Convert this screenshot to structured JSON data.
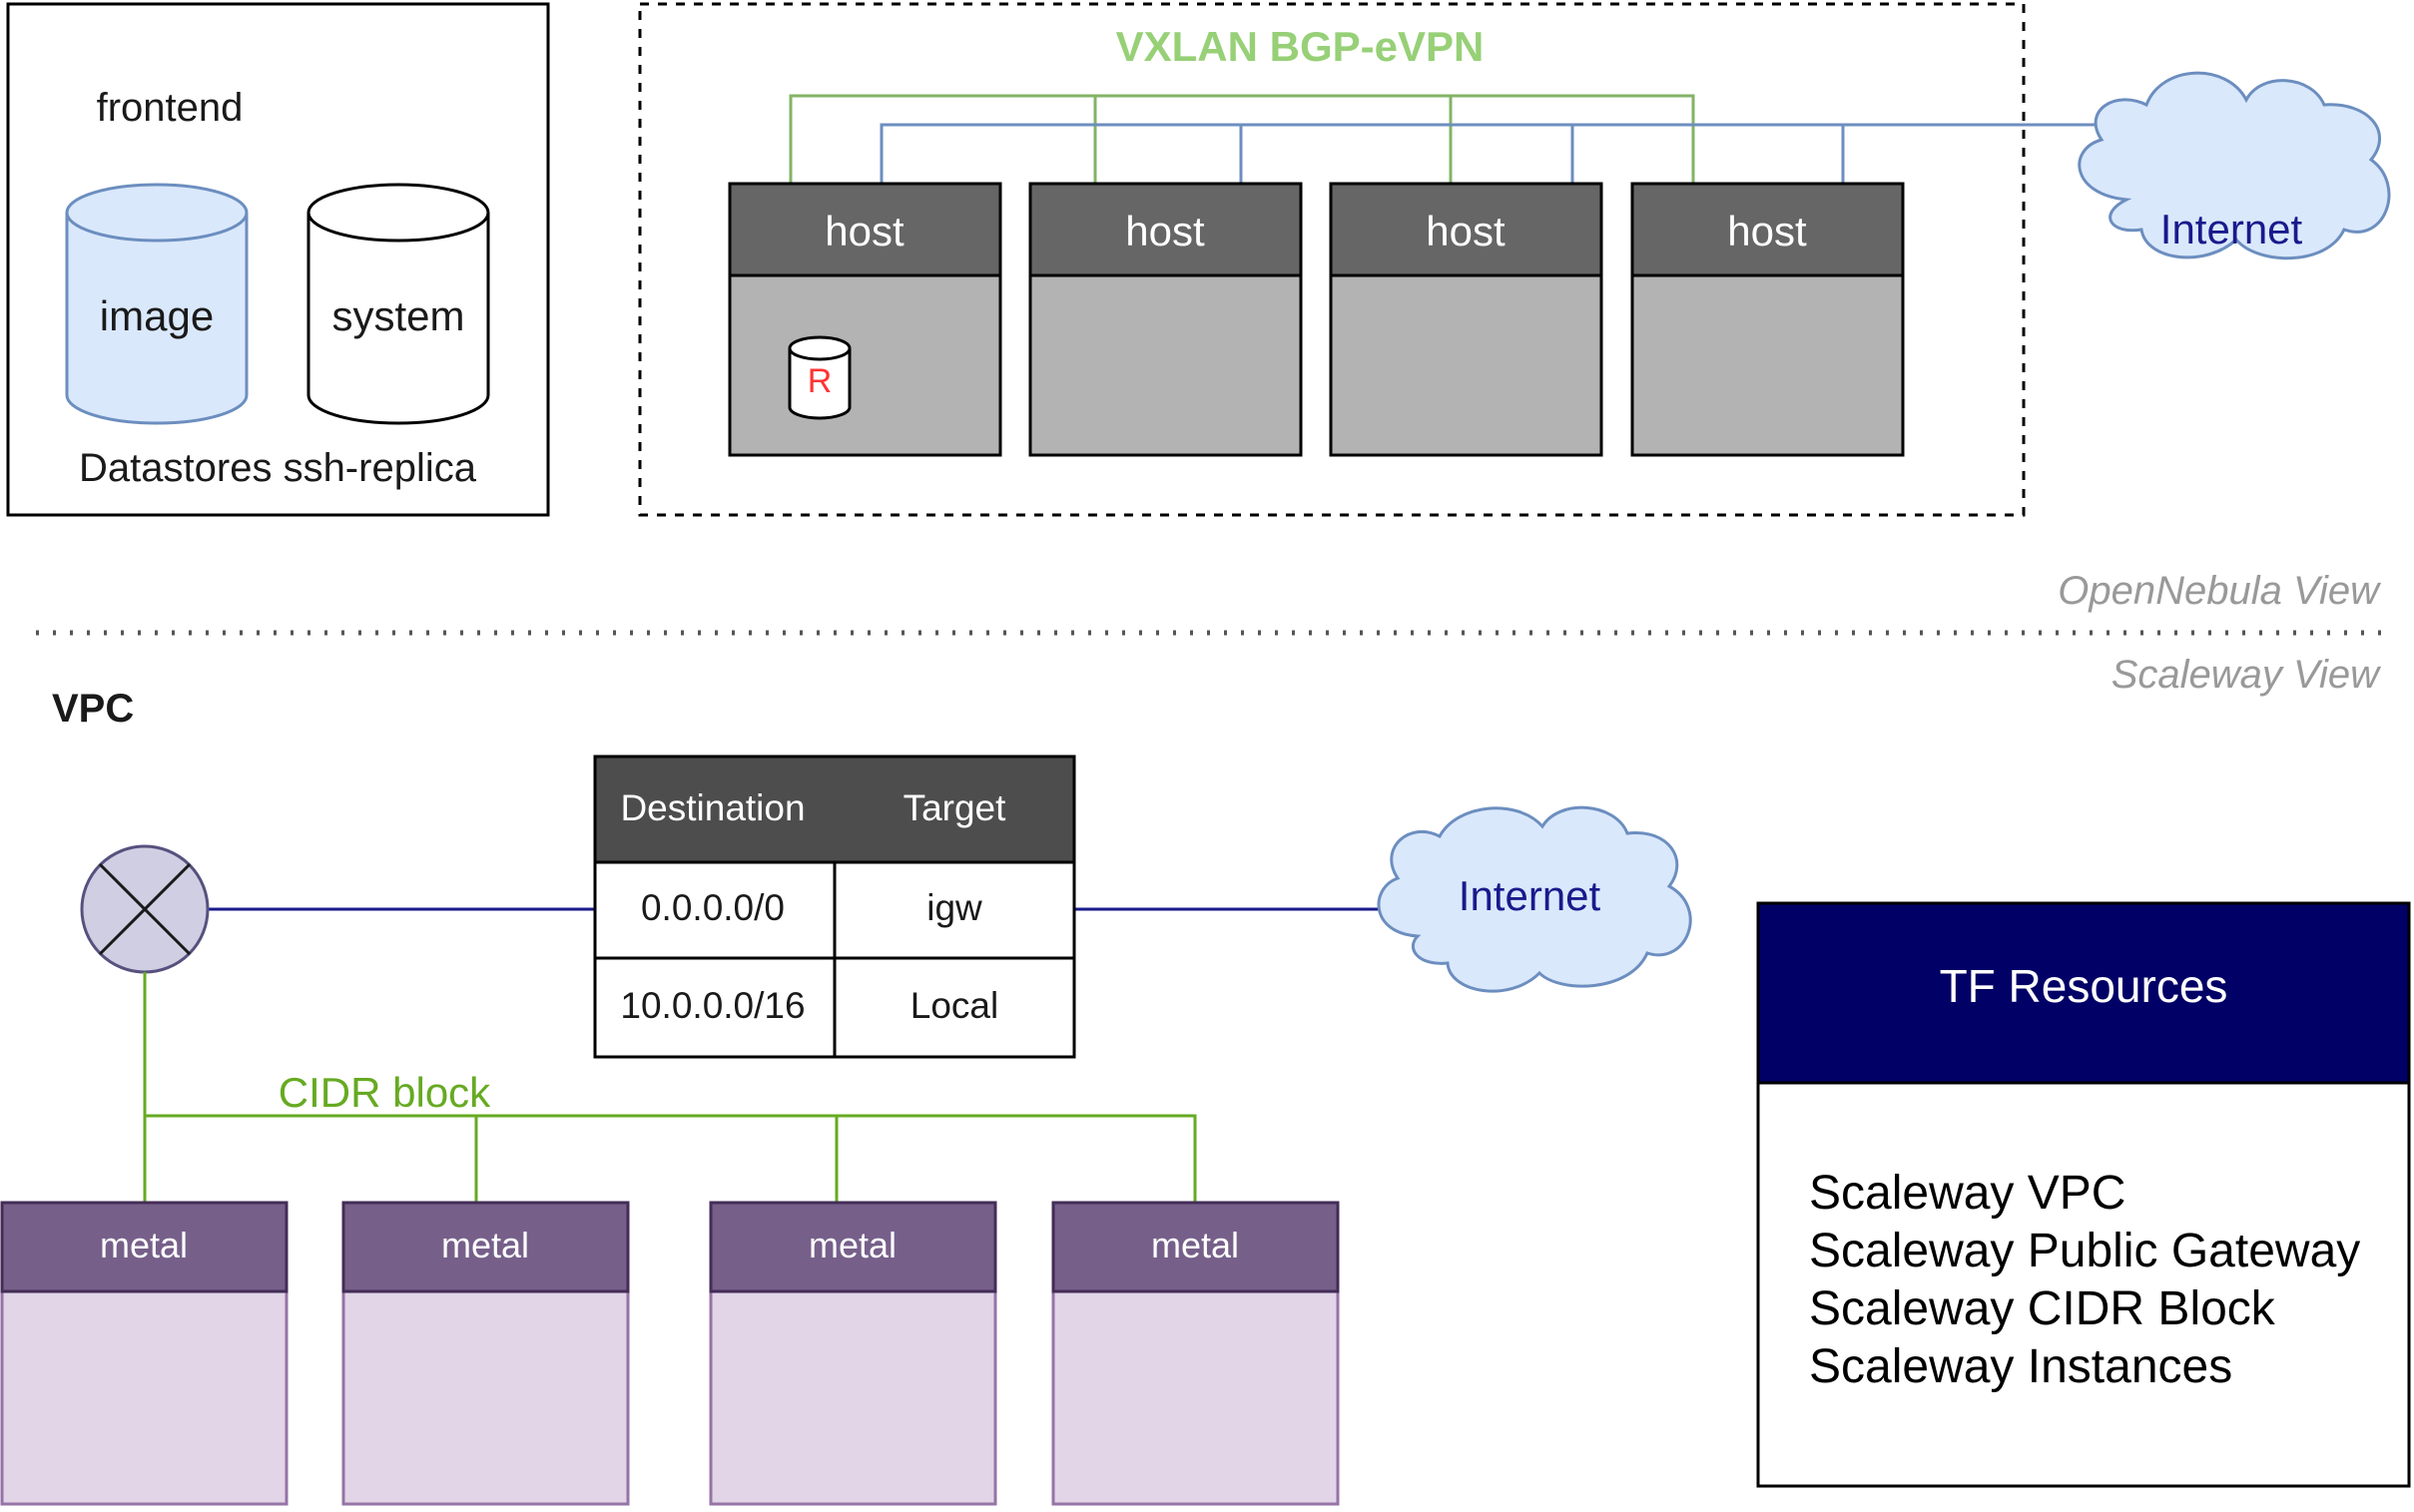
{
  "colors": {
    "green": "#82b366",
    "blue": "#6c8ebf",
    "navy": "#000066",
    "host_header": "#666666",
    "host_body": "#b3b3b3",
    "metal_header": "#76608a",
    "metal_body": "#e1d5e7",
    "cloud_fill": "#dae8fc",
    "cloud_text": "#1a1a8c",
    "view_label": "#999999",
    "cidr": "#66aa22",
    "router_fill": "#d0cee2"
  },
  "opennebula": {
    "frontend": {
      "title": "frontend",
      "datastores_label": "Datastores ssh-replica",
      "image_label": "image",
      "system_label": "system"
    },
    "network_label": "VXLAN BGP-eVPN",
    "hosts": [
      {
        "label": "host",
        "replica": "R"
      },
      {
        "label": "host"
      },
      {
        "label": "host"
      },
      {
        "label": "host"
      }
    ],
    "internet_label": "Internet"
  },
  "views": {
    "opennebula": "OpenNebula View",
    "scaleway": "Scaleway View"
  },
  "scaleway": {
    "vpc_label": "VPC",
    "route_table": {
      "headers": [
        "Destination",
        "Target"
      ],
      "rows": [
        [
          "0.0.0.0/0",
          "igw"
        ],
        [
          "10.0.0.0/16",
          "Local"
        ]
      ]
    },
    "internet_label": "Internet",
    "cidr_label": "CIDR block",
    "metals": [
      "metal",
      "metal",
      "metal",
      "metal"
    ]
  },
  "tf_resources": {
    "title": "TF Resources",
    "items": [
      "Scaleway VPC",
      "Scaleway Public Gateway",
      "Scaleway CIDR Block",
      "Scaleway Instances"
    ]
  }
}
